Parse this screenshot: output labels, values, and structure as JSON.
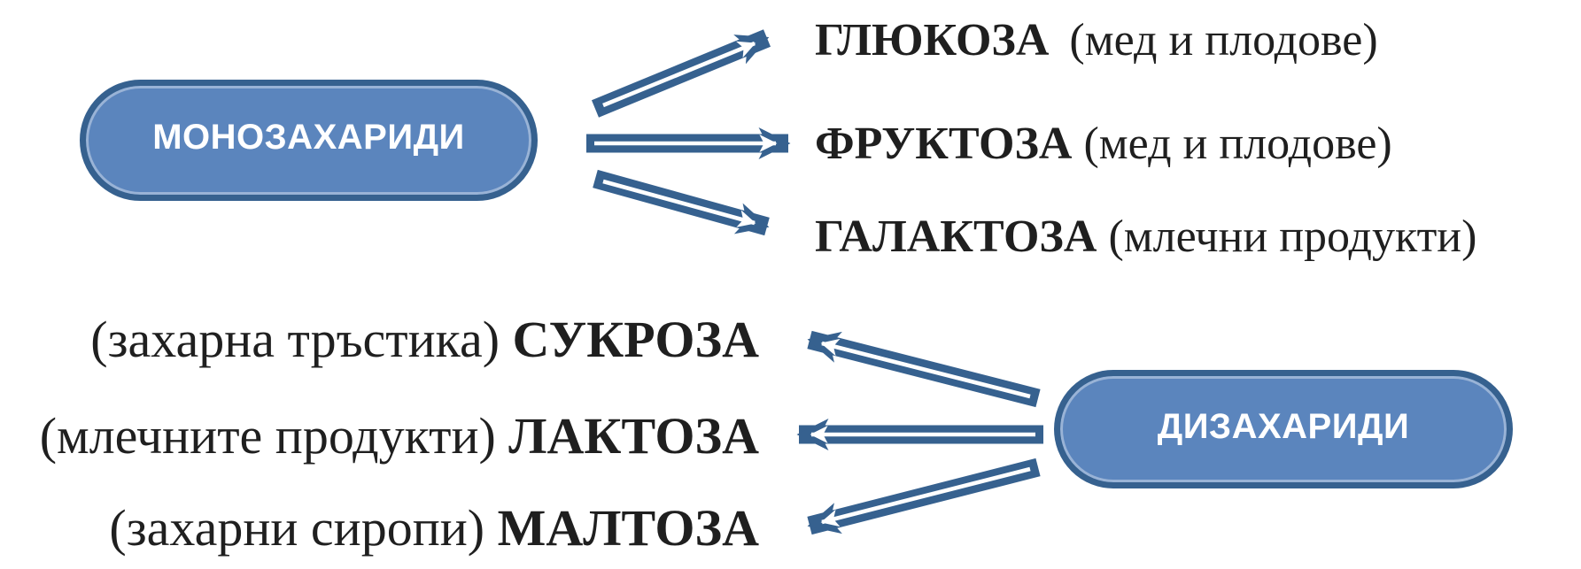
{
  "mono_group": {
    "box_label": "МОНОЗАХАРИДИ",
    "items": [
      {
        "name": "ГЛЮКОЗА",
        "source": "(мед и плодове)"
      },
      {
        "name": "ФРУКТОЗА",
        "source": "(мед и плодове)"
      },
      {
        "name": "ГАЛАКТОЗА",
        "source": "(млечни продукти)"
      }
    ]
  },
  "di_group": {
    "box_label": "ДИЗАХАРИДИ",
    "items": [
      {
        "source": "(захарна тръстика)",
        "name": "СУКРОЗА"
      },
      {
        "source": "(млечните продукти)",
        "name": "ЛАКТОЗА"
      },
      {
        "source": "(захарни сиропи)",
        "name": "МАЛТОЗА"
      }
    ]
  },
  "colors": {
    "box_fill": "#5B85BD",
    "box_border": "#36618F",
    "arrow": "#36618F",
    "label_text": "#1F1F1F",
    "box_text": "#FFFFFF"
  }
}
